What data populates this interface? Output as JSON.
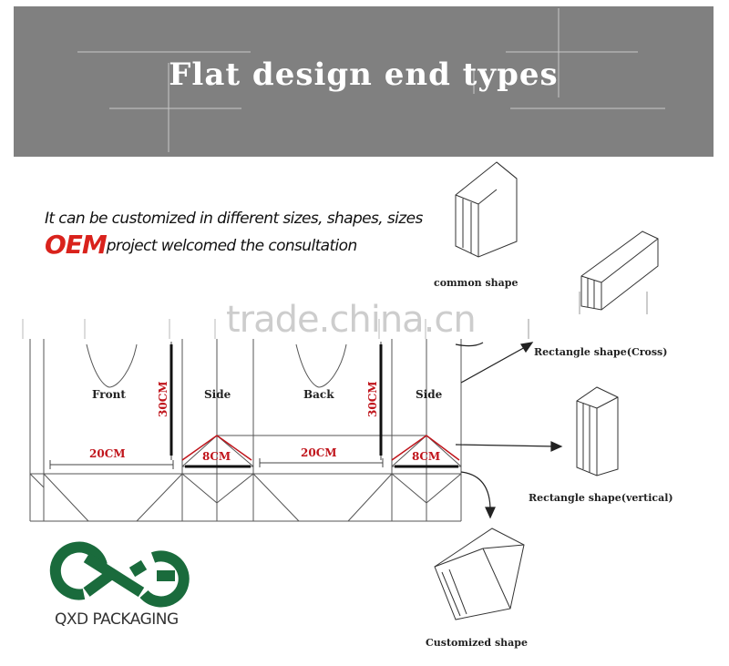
{
  "banner": {
    "title": "Flat design end types",
    "background": "#808080",
    "text_color": "#ffffff"
  },
  "tagline": {
    "line1": "It can be customized in different sizes, shapes, sizes",
    "oem": "OEM",
    "line2_rest": "project welcomed the consultation",
    "oem_color": "#d9221c"
  },
  "watermark": "trade.china.cn",
  "flat_diagram": {
    "panels": [
      "Front",
      "Side",
      "Back",
      "Side"
    ],
    "dimensions": {
      "front_width": "20CM",
      "back_width": "20CM",
      "side_width_1": "8CM",
      "side_width_2": "8CM",
      "height_1": "30CM",
      "height_2": "30CM"
    },
    "dimension_color": "#c0141b"
  },
  "shapes": [
    {
      "label": "common shape",
      "icon": "common-bag-icon"
    },
    {
      "label": "Rectangle shape(Cross)",
      "icon": "cross-bag-icon"
    },
    {
      "label": "Rectangle shape(vertical)",
      "icon": "vertical-bag-icon"
    },
    {
      "label": "Customized shape",
      "icon": "custom-bag-icon"
    }
  ],
  "brand": {
    "logo_icon": "qxd-logo-icon",
    "name": "QXD PACKAGING",
    "logo_color": "#1a6b3c"
  }
}
